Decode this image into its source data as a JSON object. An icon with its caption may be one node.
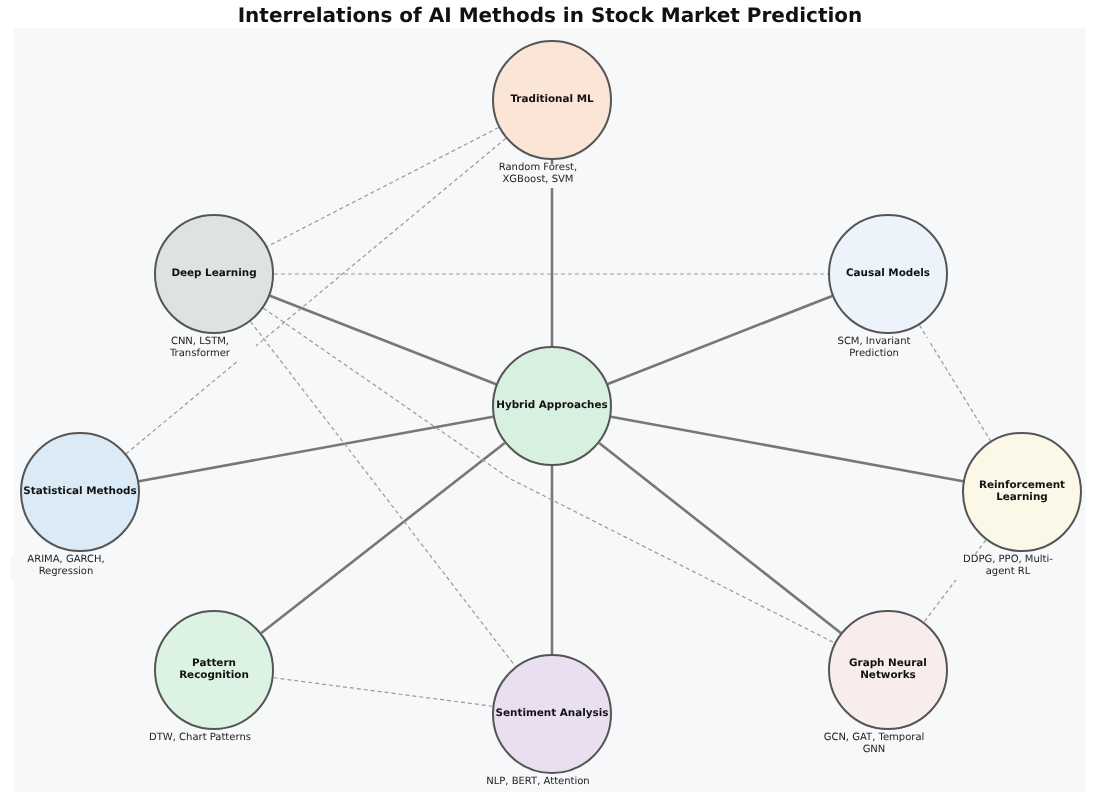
{
  "diagram": {
    "title": "Interrelations of AI Methods in Stock Market Prediction",
    "nodes": [
      {
        "text": [
          "Traditional ML"
        ],
        "beside": [
          "Random Forest, XGBoost, SVM"
        ]
      },
      {
        "text": [
          "Deep Learning"
        ],
        "beside": [
          "CNN, LSTM, Transformer"
        ]
      },
      {
        "text": [
          "Causal Models"
        ],
        "beside": [
          "SCM, Invariant Prediction"
        ]
      },
      {
        "text": [
          "Hybrid Approaches"
        ]
      },
      {
        "text": [
          "Statistical Methods"
        ],
        "beside": [
          "ARIMA, GARCH, Regression"
        ]
      },
      {
        "text": [
          "Reinforcement Learning"
        ],
        "beside": [
          "DDPG, PPO, Multi-agent RL"
        ]
      },
      {
        "text": [
          "Pattern Recognition"
        ],
        "beside": [
          "DTW, Chart Patterns"
        ]
      },
      {
        "text": [
          "Sentiment Analysis"
        ],
        "beside": [
          "NLP, BERT, Attention"
        ]
      },
      {
        "text": [
          "Graph Neural Networks"
        ],
        "beside": [
          "GCN, GAT, Temporal GNN"
        ]
      }
    ],
    "edges": [
      {
        "from": 3,
        "to": 0,
        "arrow": "none"
      },
      {
        "from": 3,
        "to": 1,
        "arrow": "none"
      },
      {
        "from": 3,
        "to": 2,
        "arrow": "none"
      },
      {
        "from": 3,
        "to": 4,
        "arrow": "none"
      },
      {
        "from": 3,
        "to": 5,
        "arrow": "none"
      },
      {
        "from": 3,
        "to": 6,
        "arrow": "none"
      },
      {
        "from": 3,
        "to": 7,
        "arrow": "none"
      },
      {
        "from": 3,
        "to": 8,
        "arrow": "none"
      },
      {
        "from": 0,
        "to": 1,
        "arrow": "none",
        "style": "dashed"
      },
      {
        "from": 0,
        "to": 4,
        "arrow": "none",
        "style": "dashed"
      },
      {
        "from": 1,
        "to": 2,
        "arrow": "none",
        "style": "dashed"
      },
      {
        "from": 1,
        "to": 7,
        "arrow": "none",
        "style": "dashed"
      },
      {
        "from": 1,
        "to": 8,
        "arrow": "none",
        "style": "dashed"
      },
      {
        "from": 2,
        "to": 5,
        "arrow": "none",
        "style": "dashed"
      },
      {
        "from": 5,
        "to": 8,
        "arrow": "none",
        "style": "dashed"
      },
      {
        "from": 6,
        "to": 7,
        "arrow": "none",
        "style": "dashed"
      }
    ]
  }
}
